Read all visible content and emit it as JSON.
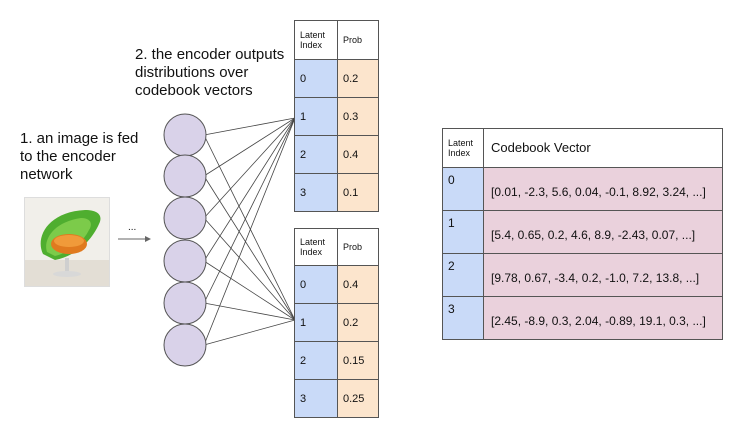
{
  "captions": {
    "step1": [
      "1. an image is fed",
      "to the encoder",
      "network"
    ],
    "step2": [
      "2. the encoder outputs",
      "distributions over",
      "codebook vectors"
    ],
    "ellipsis": "..."
  },
  "table_a": {
    "headers": [
      "Latent Index",
      "Prob"
    ],
    "rows": [
      [
        "0",
        "0.2"
      ],
      [
        "1",
        "0.3"
      ],
      [
        "2",
        "0.4"
      ],
      [
        "3",
        "0.1"
      ]
    ]
  },
  "table_b": {
    "headers": [
      "Latent Index",
      "Prob"
    ],
    "rows": [
      [
        "0",
        "0.4"
      ],
      [
        "1",
        "0.2"
      ],
      [
        "2",
        "0.15"
      ],
      [
        "3",
        "0.25"
      ]
    ]
  },
  "codebook": {
    "headers": [
      "Latent Index",
      "Codebook Vector"
    ],
    "rows": [
      [
        "0",
        "[0.01, -2.3, 5.6, 0.04, -0.1, 8.92, 3.24, ...]"
      ],
      [
        "1",
        "[5.4, 0.65, 0.2, 4.6, 8.9, -2.43, 0.07, ...]"
      ],
      [
        "2",
        "[9.78, 0.67, -3.4, 0.2, -1.0, 7.2, 13.8, ...]"
      ],
      [
        "3",
        "[2.45, -8.9, 0.3, 2.04, -0.89, 19.1, 0.3, ...]"
      ]
    ]
  },
  "colors": {
    "node_fill": "#d9d2e9",
    "index_col": "#c9daf8",
    "prob_col": "#fce5cd",
    "vector_col": "#ead1dc"
  }
}
